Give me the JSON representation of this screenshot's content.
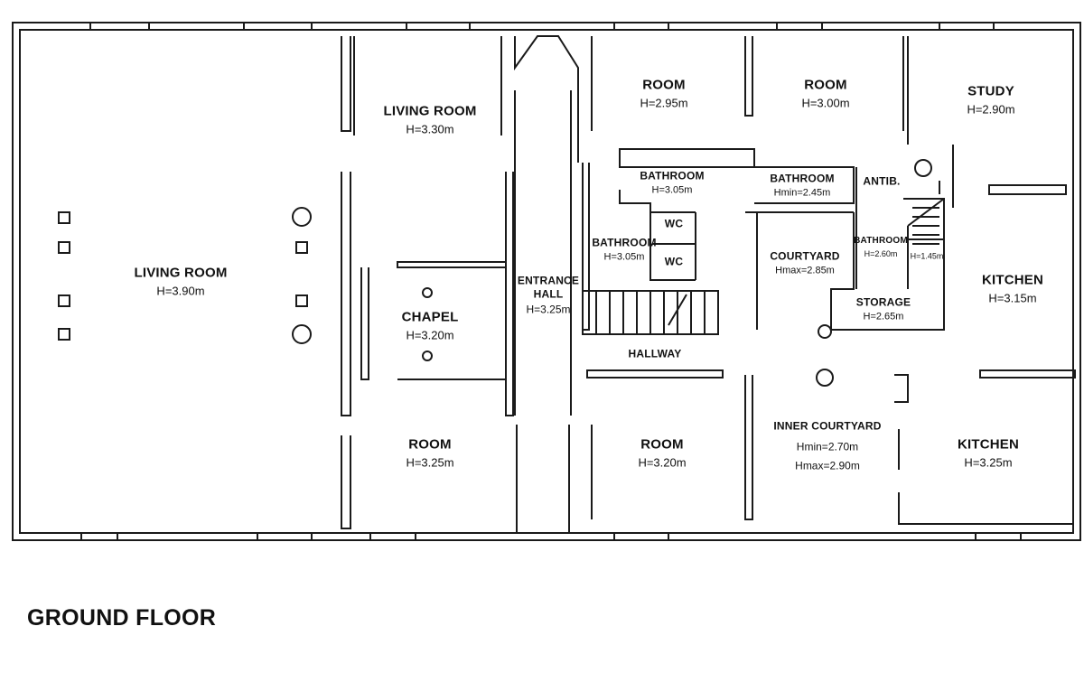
{
  "title": "GROUND FLOOR",
  "colors": {
    "wall": "#1a1a1a",
    "background": "#ffffff"
  },
  "rooms": {
    "living_room_large": {
      "name": "LIVING ROOM",
      "height": "H=3.90m"
    },
    "living_room_small": {
      "name": "LIVING ROOM",
      "height": "H=3.30m"
    },
    "chapel": {
      "name": "CHAPEL",
      "height": "H=3.20m"
    },
    "room_bottom_left": {
      "name": "ROOM",
      "height": "H=3.25m"
    },
    "entrance_hall": {
      "name_line1": "ENTRANCE",
      "name_line2": "HALL",
      "height": "H=3.25m"
    },
    "room_top_1": {
      "name": "ROOM",
      "height": "H=2.95m"
    },
    "room_top_2": {
      "name": "ROOM",
      "height": "H=3.00m"
    },
    "study": {
      "name": "STUDY",
      "height": "H=2.90m"
    },
    "bathroom_1": {
      "name": "BATHROOM",
      "height": "H=3.05m"
    },
    "bathroom_2": {
      "name": "BATHROOM",
      "height": "H=3.05m"
    },
    "wc_1": {
      "name": "WC"
    },
    "wc_2": {
      "name": "WC"
    },
    "bathroom_3": {
      "name": "BATHROOM",
      "height": "Hmin=2.45m"
    },
    "antib": {
      "name": "ANTIB."
    },
    "courtyard": {
      "name": "COURTYARD",
      "height": "Hmax=2.85m"
    },
    "bathroom_4": {
      "name": "BATHROOM",
      "height": "H=2.60m"
    },
    "stair_height": {
      "height": "H=1.45m"
    },
    "storage": {
      "name": "STORAGE",
      "height": "H=2.65m"
    },
    "kitchen_right": {
      "name": "KITCHEN",
      "height": "H=3.15m"
    },
    "hallway": {
      "name": "HALLWAY"
    },
    "room_bottom_mid": {
      "name": "ROOM",
      "height": "H=3.20m"
    },
    "inner_courtyard": {
      "name": "INNER COURTYARD",
      "hmin": "Hmin=2.70m",
      "hmax": "Hmax=2.90m"
    },
    "kitchen_bottom": {
      "name": "KITCHEN",
      "height": "H=3.25m"
    }
  }
}
